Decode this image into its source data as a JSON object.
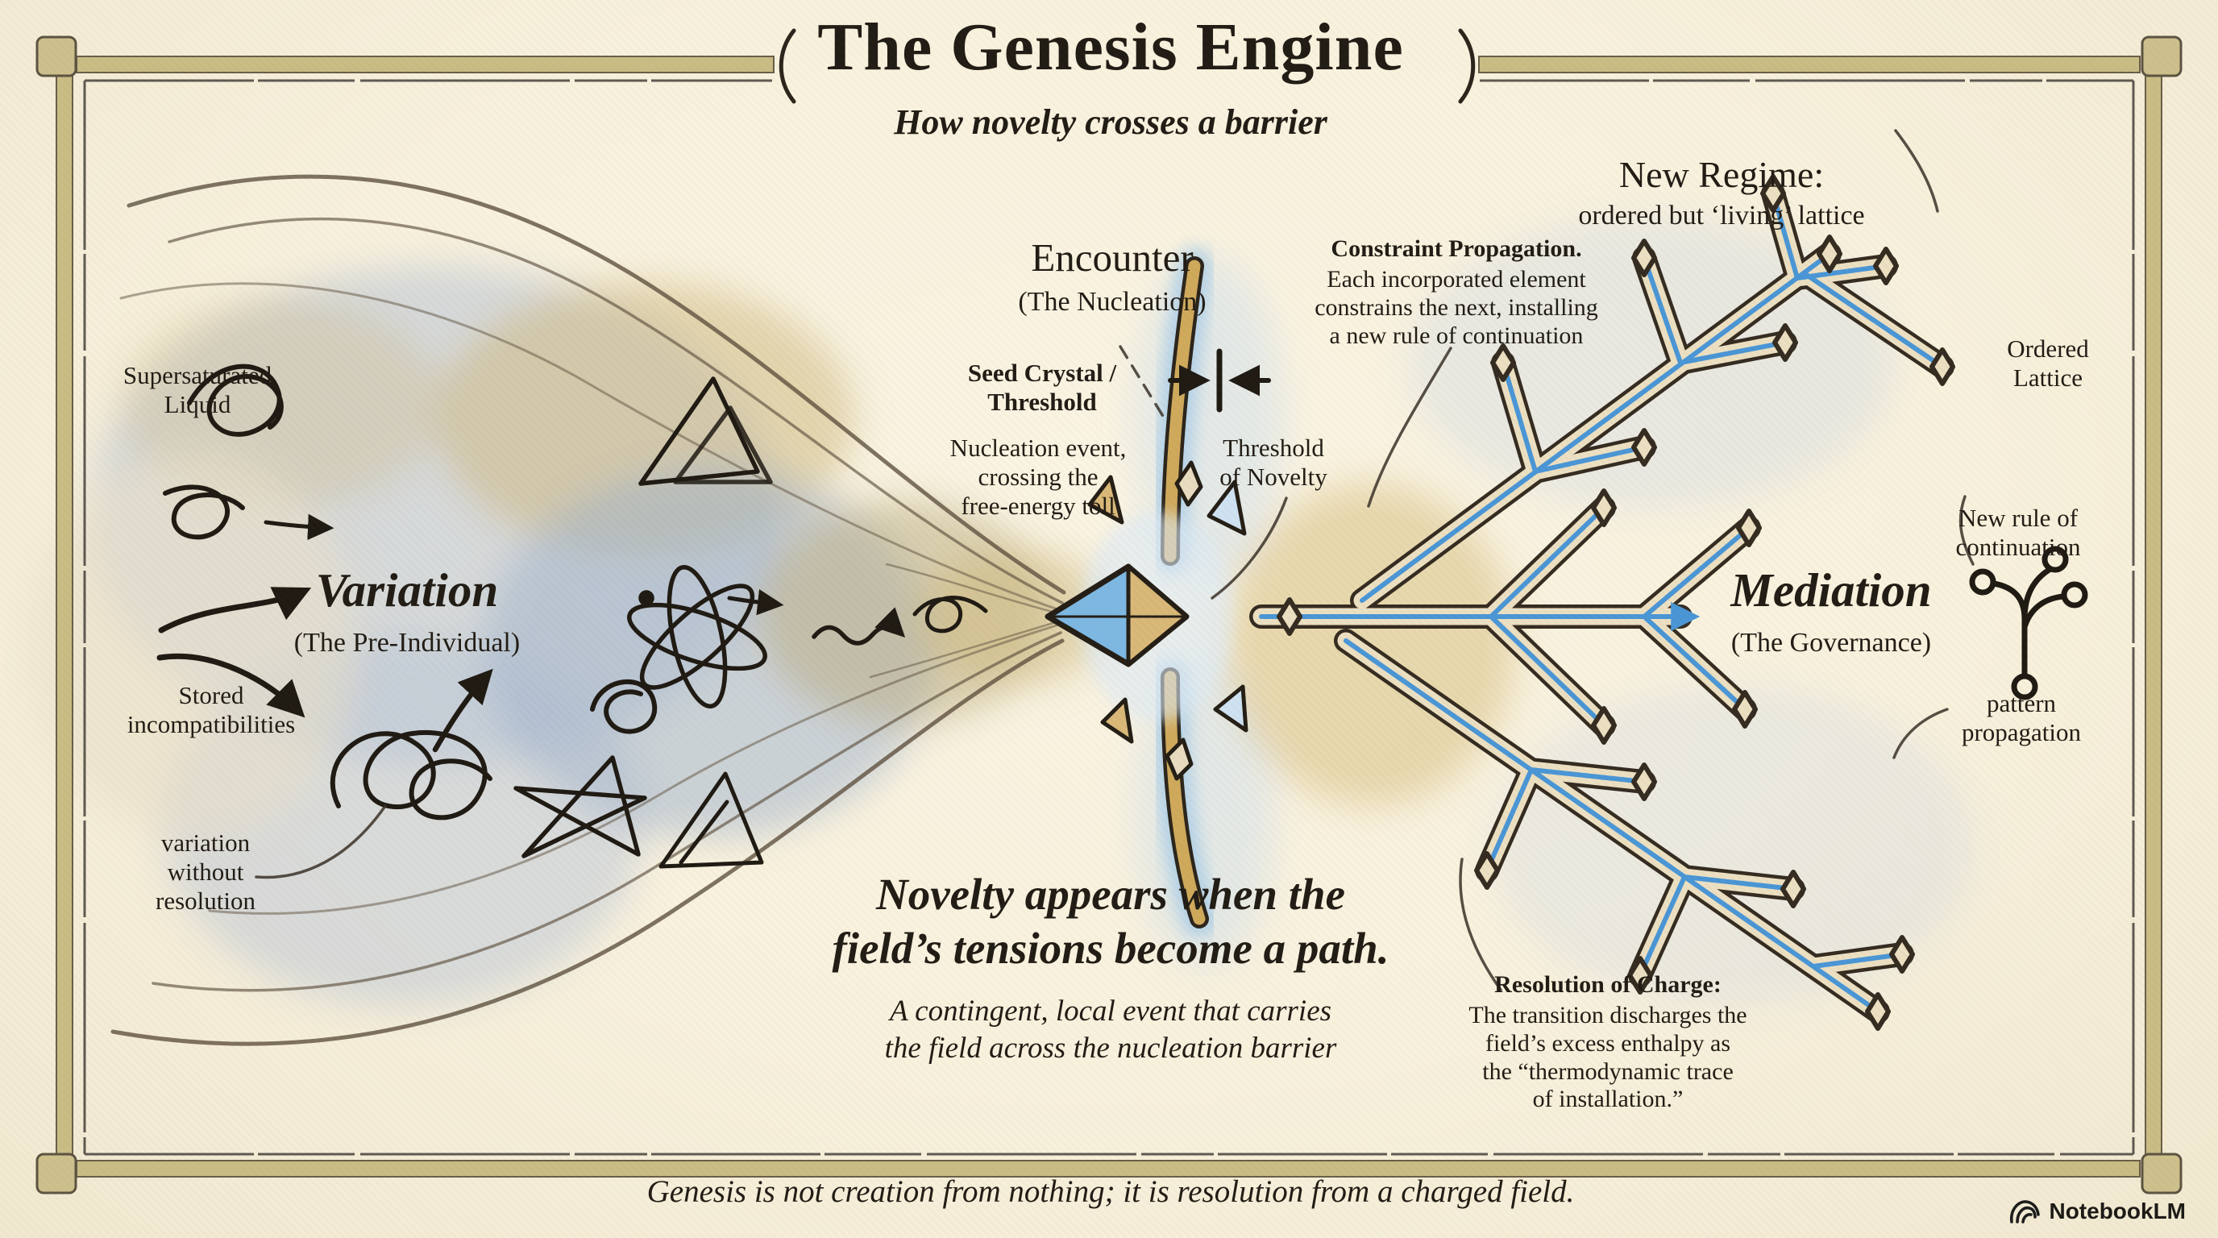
{
  "header": {
    "title": "The Genesis Engine",
    "subtitle": "How novelty crosses a barrier"
  },
  "left": {
    "supersaturated": "Supersaturated\nLiquid",
    "stage_title": "Variation",
    "stage_subtitle": "(The Pre-Individual)",
    "stored": "Stored\nincompatibilities",
    "unresolved": "variation\nwithout\nresolution"
  },
  "center": {
    "stage_title": "Encounter",
    "stage_subtitle": "(The Nucleation)",
    "seed_crystal": "Seed Crystal /\nThreshold",
    "nucleation": "Nucleation event,\ncrossing the\nfree-energy toll",
    "threshold": "Threshold\nof Novelty",
    "statement": "Novelty appears when the\nfield’s tensions become a path.",
    "statement_note": "A contingent, local event that carries\nthe field across the nucleation barrier"
  },
  "right": {
    "regime_title": "New Regime:",
    "regime_subtitle": "ordered but ‘living’ lattice",
    "constraint_title": "Constraint Propagation.",
    "constraint_body": "Each incorporated element\nconstrains the next, installing\na new rule of continuation",
    "ordered_lattice": "Ordered\nLattice",
    "new_rule": "New rule of\ncontinuation",
    "stage_title": "Mediation",
    "stage_subtitle": "(The Governance)",
    "pattern": "pattern\npropagation",
    "resolution_title": "Resolution of Charge:",
    "resolution_body": "The transition discharges the\nfield’s excess enthalpy as\nthe “thermodynamic trace\nof installation.”"
  },
  "footer": {
    "quote": "Genesis is not creation from nothing; it is resolution from a charged field.",
    "brand": "NotebookLM"
  },
  "icons": {
    "crossing_paths": "two crossing curved arrows",
    "convergence": "→|←",
    "branching_tree": "branch with node circles",
    "notebooklm_logo": "nested arc mark"
  },
  "colors": {
    "background": "#f8f1dd",
    "frame_band": "#c9bc85",
    "ink": "#211c15",
    "crystal_blue": "#4a96d6",
    "crystal_tan": "#d3b474",
    "wash_blue": "#b4c2d6",
    "wash_tan": "#cdb77d"
  }
}
